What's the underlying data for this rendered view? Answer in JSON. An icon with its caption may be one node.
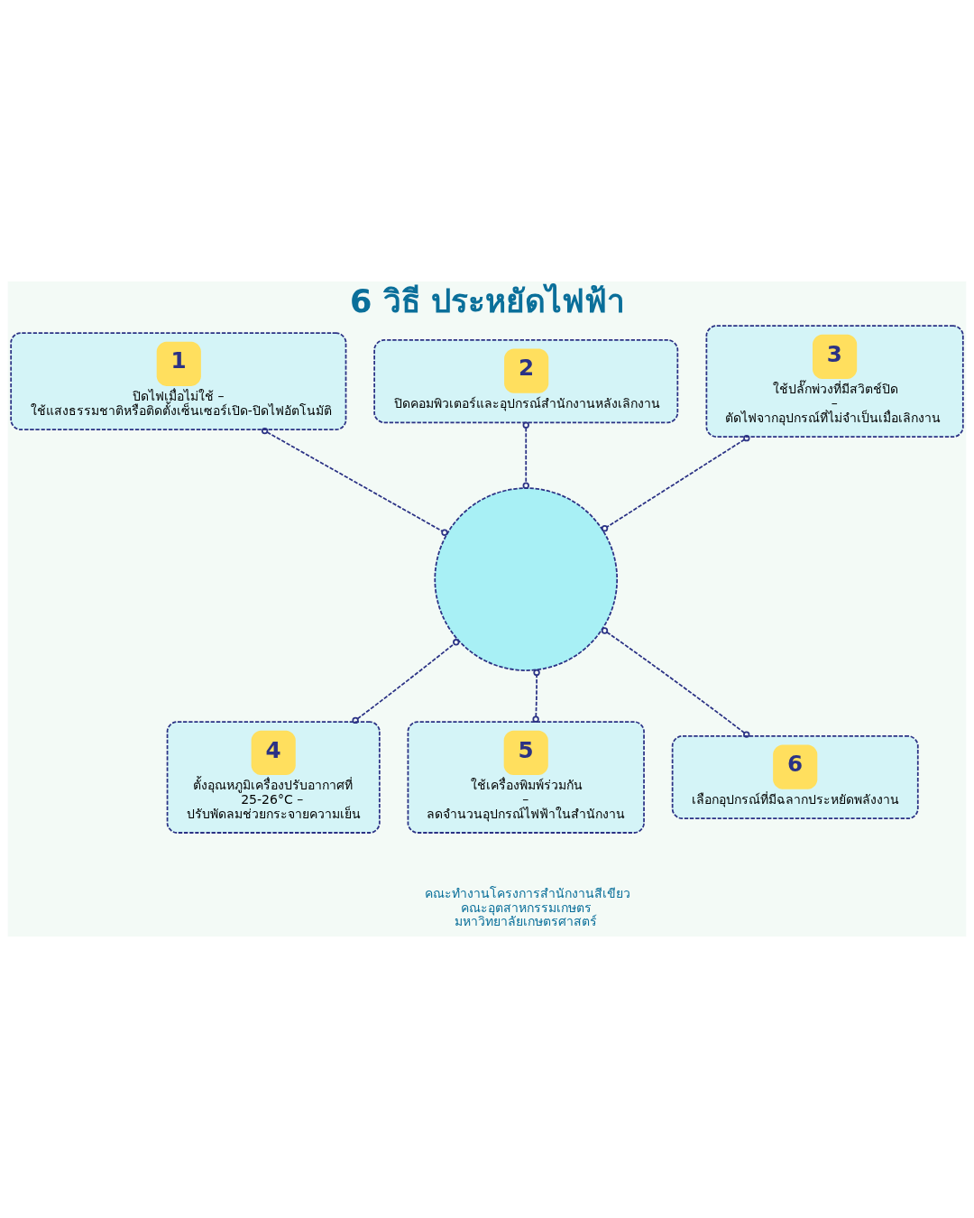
{
  "diagram": {
    "title": "6 วิธี ประหยัดไฟฟ้า",
    "caption": "คณะทำงานโครงการสำนักงานสีเขียว คณะอุตสาหกรรมเกษตร มหาวิทยาลัยเกษตรศาสตร์",
    "nodes": [
      {
        "text": [
          "1",
          "ปิดไฟเมื่อไม่ใช้ – ใช้แสงธรรมชาติหรือติดตั้งเซ็นเซอร์เปิด-ปิดไฟอัตโนมัติ"
        ]
      },
      {
        "text": [
          "2",
          "ปิดคอมพิวเตอร์และอุปกรณ์สำนักงานหลังเลิกงาน"
        ]
      },
      {
        "text": [
          "3",
          "ใช้ปลั๊กพ่วงที่มีสวิตช์ปิด – ตัดไฟจากอุปกรณ์ที่ไม่จำเป็นเมื่อเลิกงาน"
        ]
      },
      {
        "text": [
          "4",
          "ตั้งอุณหภูมิเครื่องปรับอากาศที่ 25-26°C – ปรับพัดลมช่วยกระจายความเย็น"
        ]
      },
      {
        "text": [
          "5",
          "ใช้เครื่องพิมพ์ร่วมกัน – ลดจำนวนอุปกรณ์ไฟฟ้าในสำนักงาน"
        ]
      },
      {
        "text": [
          "6",
          "เลือกอุปกรณ์ที่มีฉลากประหยัดพลังงาน"
        ]
      },
      {
        "text": [],
        "shape": "picture"
      }
    ],
    "edges": [
      {
        "from": 0,
        "to": 6,
        "arrow": "other",
        "style": "dashed"
      },
      {
        "from": 1,
        "to": 6,
        "arrow": "other",
        "style": "dashed"
      },
      {
        "from": 2,
        "to": 6,
        "arrow": "other",
        "style": "dashed"
      },
      {
        "from": 3,
        "to": 6,
        "arrow": "other",
        "style": "dashed"
      },
      {
        "from": 4,
        "to": 6,
        "arrow": "other",
        "style": "dashed"
      },
      {
        "from": 5,
        "to": 6,
        "arrow": "other",
        "style": "dashed"
      }
    ]
  }
}
